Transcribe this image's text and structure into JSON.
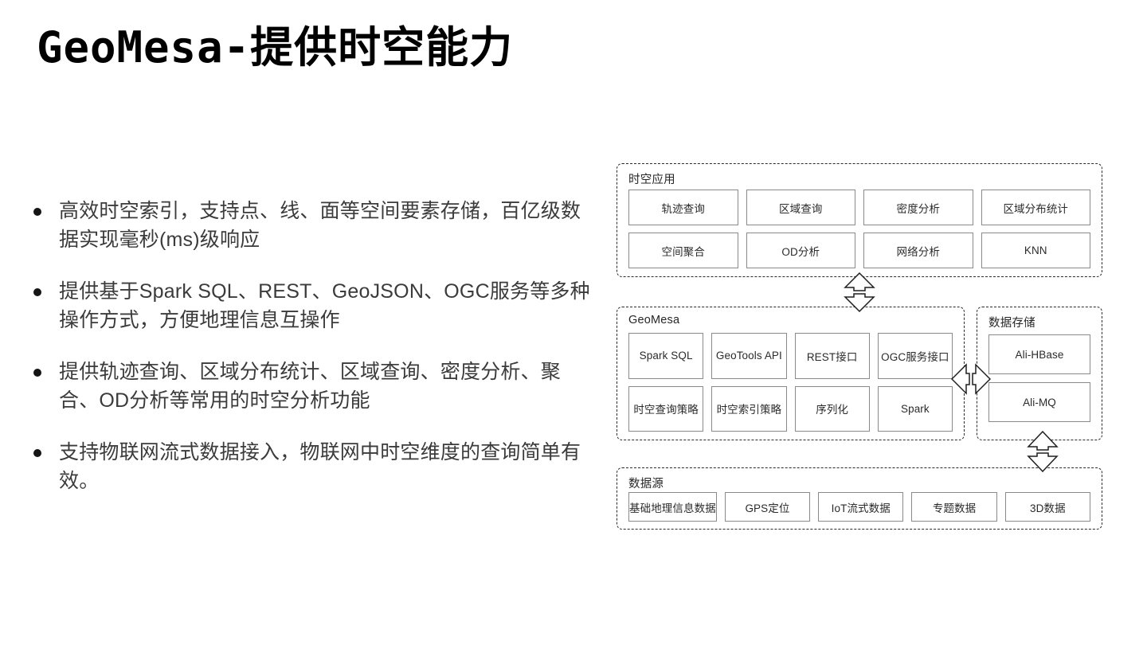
{
  "slide": {
    "title": "GeoMesa-提供时空能力"
  },
  "bullets": [
    "高效时空索引，支持点、线、面等空间要素存储，百亿级数据实现毫秒(ms)级响应",
    "提供基于Spark SQL、REST、GeoJSON、OGC服务等多种操作方式，方便地理信息互操作",
    "提供轨迹查询、区域分布统计、区域查询、密度分析、聚合、OD分析等常用的时空分析功能",
    "支持物联网流式数据接入，物联网中时空维度的查询简单有效。"
  ],
  "diagram": {
    "groups": {
      "apps": {
        "label": "时空应用",
        "rows": [
          [
            "轨迹查询",
            "区域查询",
            "密度分析",
            "区域分布统计"
          ],
          [
            "空间聚合",
            "OD分析",
            "网络分析",
            "KNN"
          ]
        ]
      },
      "geomesa": {
        "label": "GeoMesa",
        "rows": [
          [
            "Spark SQL",
            "GeoTools API",
            "REST接口",
            "OGC服务接口"
          ],
          [
            "时空查询策略",
            "时空索引策略",
            "序列化",
            "Spark"
          ]
        ]
      },
      "storage": {
        "label": "数据存储",
        "rows": [
          [
            "Ali-HBase"
          ],
          [
            "Ali-MQ"
          ]
        ]
      },
      "source": {
        "label": "数据源",
        "rows": [
          [
            "基础地理信息数据",
            "GPS定位",
            "IoT流式数据",
            "专题数据",
            "3D数据"
          ]
        ]
      }
    },
    "connectors": [
      {
        "name": "apps-geomesa",
        "direction": "vertical-bidirectional"
      },
      {
        "name": "geomesa-storage",
        "direction": "horizontal-bidirectional"
      },
      {
        "name": "storage-source",
        "direction": "vertical-bidirectional"
      }
    ]
  },
  "colors": {
    "background": "#ffffff",
    "title": "#000000",
    "body_text": "#3b3b3b",
    "node_border": "#8a8a8a",
    "group_border": "#2b2b2b"
  }
}
